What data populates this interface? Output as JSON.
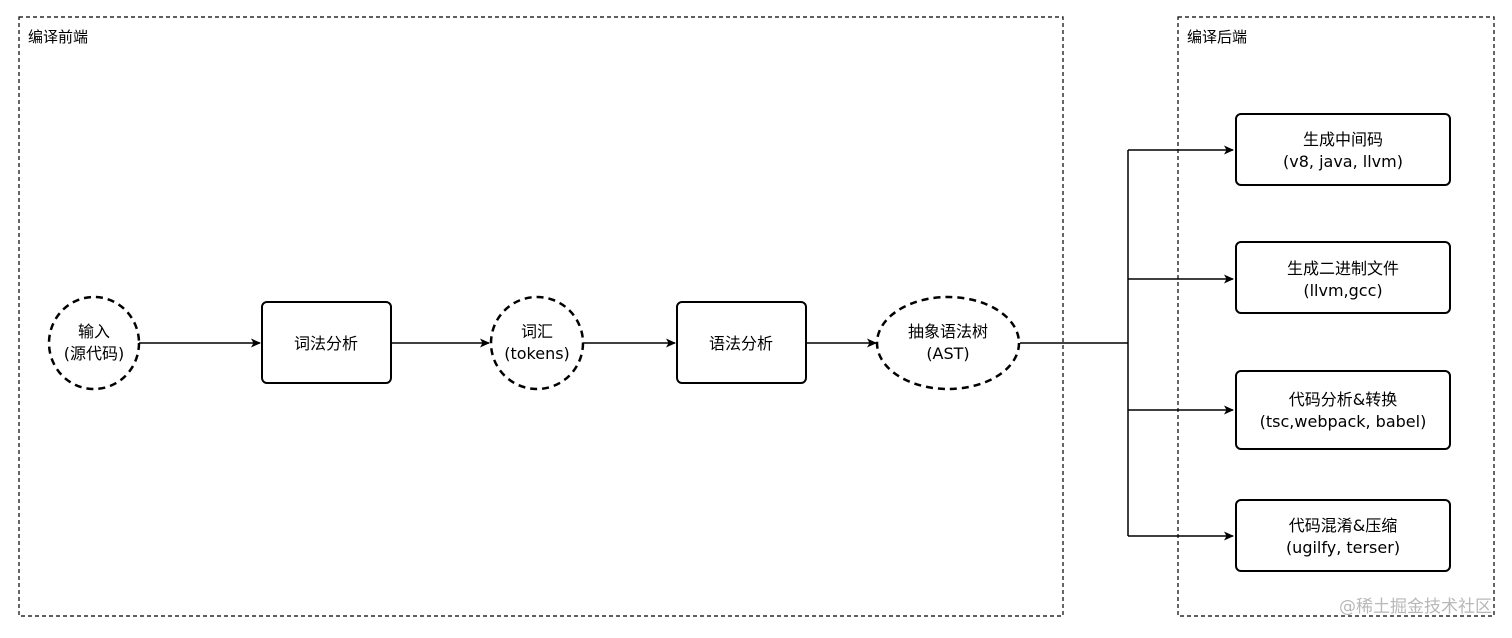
{
  "groups": {
    "frontend": {
      "label": "编译前端"
    },
    "backend": {
      "label": "编译后端"
    }
  },
  "nodes": {
    "input": {
      "line1": "输入",
      "line2": "(源代码)"
    },
    "lexer": {
      "label": "词法分析"
    },
    "tokens": {
      "line1": "词汇",
      "line2": "(tokens)"
    },
    "parser": {
      "label": "语法分析"
    },
    "ast": {
      "line1": "抽象语法树",
      "line2": "(AST)"
    }
  },
  "outputs": {
    "intermediate": {
      "line1": "生成中间码",
      "line2": "(v8, java, llvm)"
    },
    "binary": {
      "line1": "生成二进制文件",
      "line2": "(llvm,gcc)"
    },
    "transform": {
      "line1": "代码分析&转换",
      "line2": "(tsc,webpack, babel)"
    },
    "minify": {
      "line1": "代码混淆&压缩",
      "line2": "(ugilfy, terser)"
    }
  },
  "watermark": {
    "text": "@稀土掘金技术社区"
  },
  "colors": {
    "stroke": "#000000",
    "background": "#ffffff",
    "watermark": "#b8b8b8"
  }
}
